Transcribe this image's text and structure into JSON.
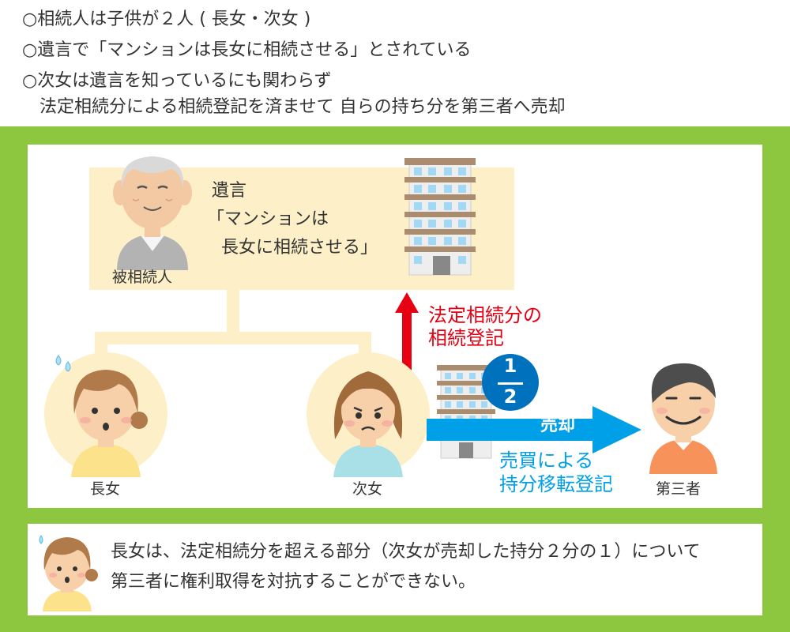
{
  "conditions": [
    "○相続人は子供が２人 ( 長女・次女 )",
    "○遺言で「マンションは長女に相続させる」とされている",
    "○次女は遺言を知っているにも関わらず",
    "　法定相続分による相続登記を済ませて 自らの持ち分を第三者へ売却"
  ],
  "will": {
    "title": "遺言",
    "line1": "「マンションは",
    "line2": "長女に相続させる」"
  },
  "people": {
    "deceased": "被相続人",
    "eldest": "長女",
    "second": "次女",
    "third_party": "第三者"
  },
  "registration": {
    "line1": "法定相続分の",
    "line2": "相続登記"
  },
  "fraction": {
    "numerator": "1",
    "denominator": "2"
  },
  "sale": {
    "arrow_label": "売却",
    "line1": "売買による",
    "line2": "持分移転登記"
  },
  "note": {
    "line1": "長女は、法定相続分を超える部分（次女が売却した持分２分の１）について",
    "line2": "第三者に権利取得を対抗することができない。"
  },
  "colors": {
    "panel_green": "#8dc63f",
    "cream": "#fdf0c8",
    "red": "#e60012",
    "blue": "#00a0e9"
  }
}
